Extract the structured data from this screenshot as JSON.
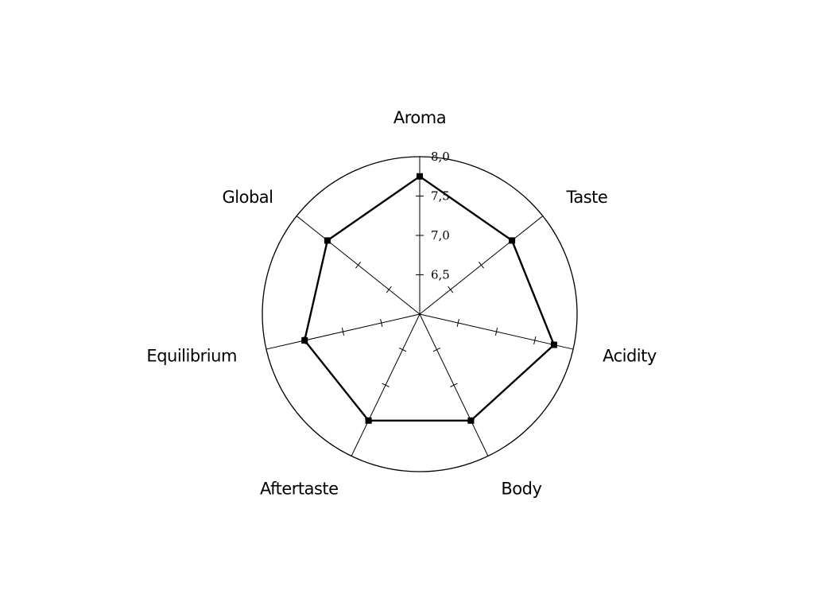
{
  "chart_data": {
    "type": "radar",
    "axes": [
      "Aroma",
      "Taste",
      "Acidity",
      "Body",
      "Aftertaste",
      "Equilibrium",
      "Global"
    ],
    "values": [
      7.75,
      7.5,
      7.75,
      7.5,
      7.5,
      7.5,
      7.5
    ],
    "rlim": [
      6.0,
      8.0
    ],
    "ticks": [
      6.5,
      7.0,
      7.5,
      8.0
    ],
    "tick_labels": [
      "6,5",
      "7,0",
      "7,5",
      "8,0"
    ],
    "grid": true,
    "line_color": "#000000",
    "marker": "square"
  }
}
